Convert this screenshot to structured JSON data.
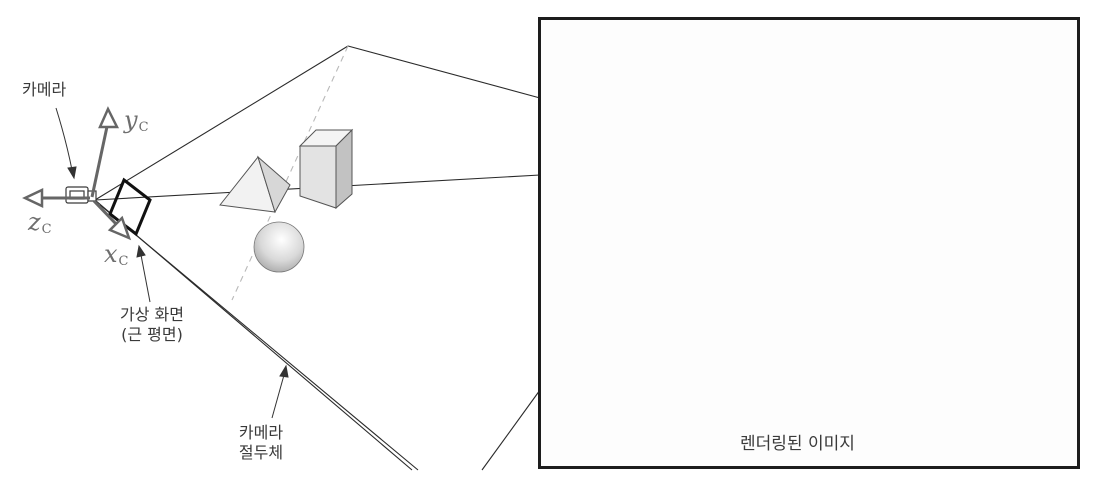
{
  "labels": {
    "camera": "카메라",
    "axis_y": "y",
    "axis_y_sub": "C",
    "axis_z": "z",
    "axis_z_sub": "C",
    "axis_x": "x",
    "axis_x_sub": "C",
    "virtual_screen_line1": "가상 화면",
    "virtual_screen_line2": "(근 평면)",
    "frustum_line1": "카메라",
    "frustum_line2": "절두체",
    "rendered_image": "렌더링된 이미지"
  },
  "colors": {
    "line": "#2a2a2a",
    "axis_gray": "#6e6e6e",
    "panel_border": "#1d1d1d"
  }
}
